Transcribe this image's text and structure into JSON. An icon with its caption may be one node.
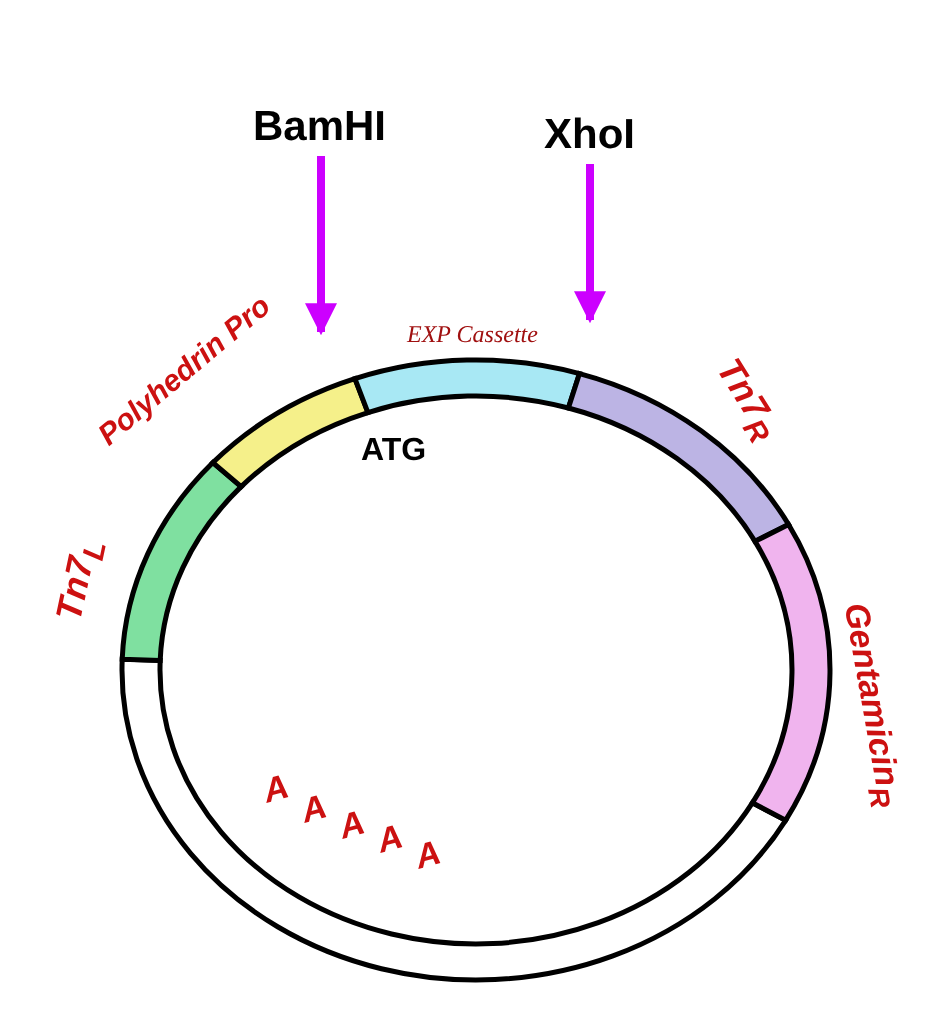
{
  "diagram": {
    "nodes": [
      {
        "text": [
          "BamHI"
        ]
      },
      {
        "text": [
          "XhoI"
        ]
      }
    ],
    "edges": [
      {
        "from": 0,
        "to": null,
        "arrow": "to",
        "color": "#cc00ff"
      },
      {
        "from": 1,
        "to": null,
        "arrow": "to",
        "color": "#cc00ff"
      }
    ],
    "labels": [
      "EXP Cassette",
      "Polyhedrin Pro",
      "ATG",
      "Tn7$_{R}$",
      "Tn7$_{L}$",
      "Gentamicin$_{R}$",
      "A",
      "A",
      "A",
      "A",
      "A"
    ]
  }
}
